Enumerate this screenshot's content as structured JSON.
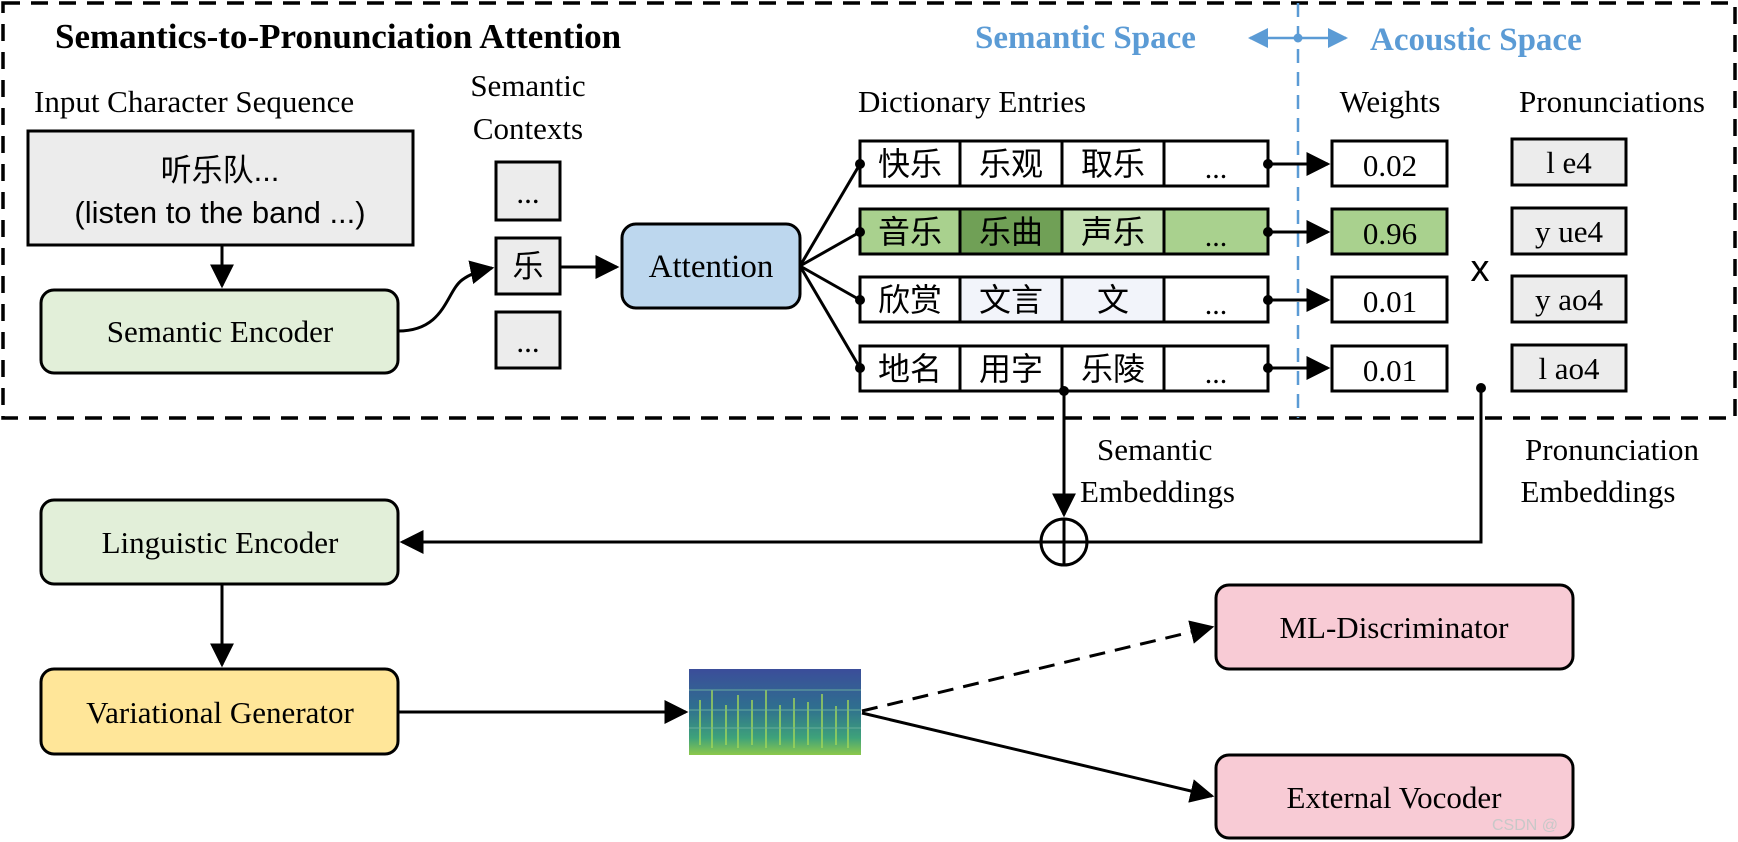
{
  "title": "Semantics-to-Pronunciation Attention",
  "spaces": {
    "semantic": "Semantic Space",
    "acoustic": "Acoustic Space",
    "color": "#5b9bd5"
  },
  "input": {
    "label": "Input Character Sequence",
    "line1": "听乐队...",
    "line2": "(listen to the band ...)"
  },
  "semantic_encoder": "Semantic Encoder",
  "semantic_contexts": {
    "label_line1": "Semantic",
    "label_line2": "Contexts",
    "cells": [
      "...",
      "乐",
      "..."
    ]
  },
  "attention": "Attention",
  "dictionary": {
    "label": "Dictionary Entries",
    "rows": [
      [
        "快乐",
        "乐观",
        "取乐",
        "..."
      ],
      [
        "音乐",
        "乐曲",
        "声乐",
        "..."
      ],
      [
        "欣赏",
        "文言",
        "文",
        "..."
      ],
      [
        "地名",
        "用字",
        "乐陵",
        "..."
      ]
    ]
  },
  "weights": {
    "label": "Weights",
    "values": [
      "0.02",
      "0.96",
      "0.01",
      "0.01"
    ]
  },
  "multiply_symbol": "x",
  "pronunciations": {
    "label": "Pronunciations",
    "values": [
      "l e4",
      "y ue4",
      "y ao4",
      "l ao4"
    ]
  },
  "semantic_embeddings": {
    "line1": "Semantic",
    "line2": "Embeddings"
  },
  "pronunciation_embeddings": {
    "line1": "Pronunciation",
    "line2": "Embeddings"
  },
  "linguistic_encoder": "Linguistic Encoder",
  "variational_generator": "Variational Generator",
  "ml_discriminator": "ML-Discriminator",
  "external_vocoder": "External Vocoder",
  "watermark": "CSDN @",
  "colors": {
    "green_box": "#e2efd9",
    "blue_box": "#bdd7ee",
    "yellow_box": "#ffe699",
    "pink_box": "#f8cbd5",
    "gray_box": "#ececec",
    "highlight_light": "#a9d18e",
    "highlight_dark": "#70a056",
    "row_light": "#d7ebc8"
  }
}
